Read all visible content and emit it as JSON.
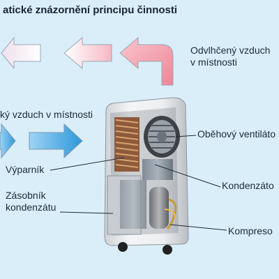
{
  "title": "atické znázornění principu činnosti",
  "airflow": {
    "outflow_lines": [
      "Odvlhčený vzduch",
      "v místnosti"
    ],
    "inflow_label": "ký vzduch v místnosti"
  },
  "components": {
    "fan": "Oběhový ventiláto",
    "evaporator": "Výparník",
    "condenser": "Kondenzáto",
    "tank_lines": [
      "Zásobník",
      "kondenzátu"
    ],
    "compressor": "Kompreso"
  },
  "colors": {
    "background": "#d9eef9",
    "warm_arrow": "#f3a0ae",
    "cold_arrow": "#3aa3e0",
    "text": "#1d2a3a"
  }
}
